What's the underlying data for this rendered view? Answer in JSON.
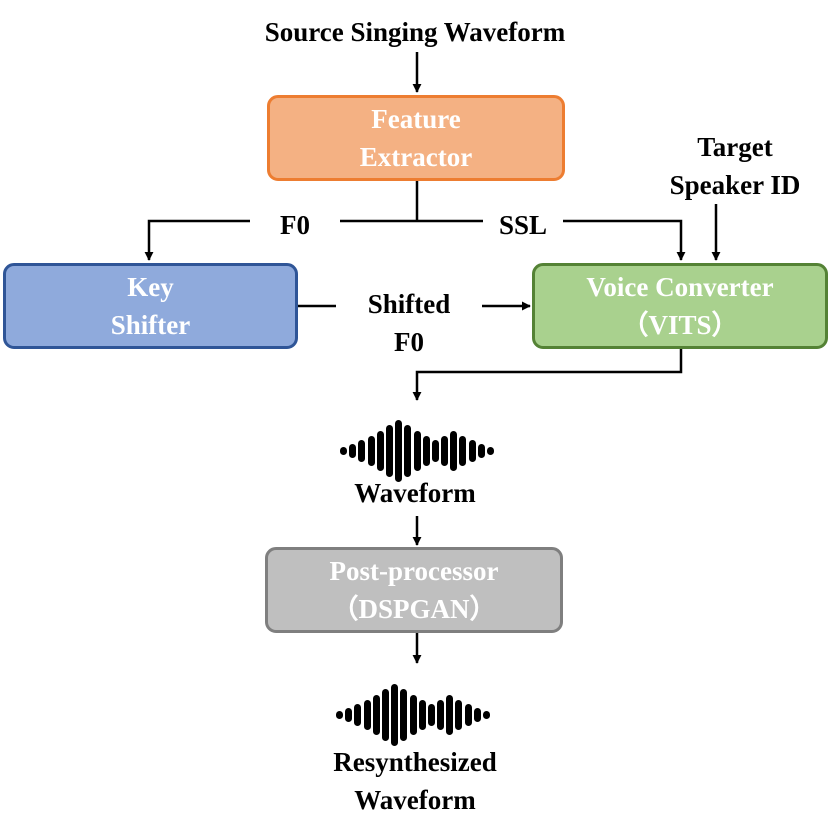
{
  "title": "Source Singing Waveform",
  "nodes": {
    "feature_extractor": {
      "lines": [
        "Feature",
        "Extractor"
      ]
    },
    "key_shifter": {
      "lines": [
        "Key",
        "Shifter"
      ]
    },
    "voice_converter": {
      "lines": [
        "Voice Converter",
        "（VITS）"
      ]
    },
    "post_processor": {
      "lines": [
        "Post-processor",
        "（DSPGAN）"
      ]
    }
  },
  "edge_labels": {
    "f0": "F0",
    "ssl": "SSL",
    "shifted_f0": [
      "Shifted",
      "F0"
    ],
    "target_speaker": [
      "Target",
      "Speaker ID"
    ]
  },
  "outputs": {
    "waveform": "Waveform",
    "resynthesized": [
      "Resynthesized",
      "Waveform"
    ]
  },
  "colors": {
    "feature_fill": "#F4B183",
    "feature_border": "#ED7D31",
    "key_fill": "#8FAADC",
    "key_border": "#2F5597",
    "vc_fill": "#A9D18E",
    "vc_border": "#548235",
    "post_fill": "#BFBFBF",
    "post_border": "#7F7F7F",
    "line": "#000000"
  },
  "icons": {
    "waveform": "audio-waveform-icon"
  }
}
